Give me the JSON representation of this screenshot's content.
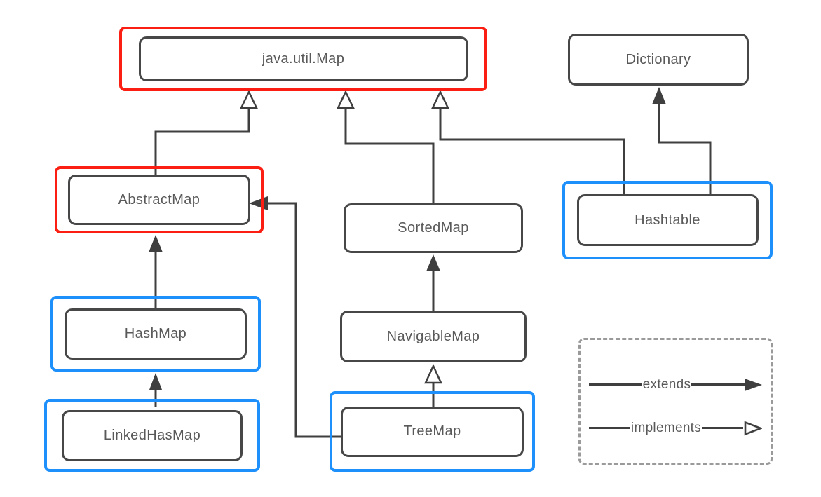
{
  "nodes": {
    "java_util_map": {
      "label": "java.util.Map",
      "highlight": "red"
    },
    "dictionary": {
      "label": "Dictionary",
      "highlight": "none"
    },
    "abstract_map": {
      "label": "AbstractMap",
      "highlight": "red"
    },
    "sorted_map": {
      "label": "SortedMap",
      "highlight": "none"
    },
    "hashtable": {
      "label": "Hashtable",
      "highlight": "blue"
    },
    "hash_map": {
      "label": "HashMap",
      "highlight": "blue"
    },
    "navigable_map": {
      "label": "NavigableMap",
      "highlight": "none"
    },
    "linked_has_map": {
      "label": "LinkedHasMap",
      "highlight": "blue"
    },
    "tree_map": {
      "label": "TreeMap",
      "highlight": "blue"
    }
  },
  "edges": [
    {
      "from": "AbstractMap",
      "to": "java.util.Map",
      "type": "implements"
    },
    {
      "from": "SortedMap",
      "to": "java.util.Map",
      "type": "implements"
    },
    {
      "from": "Hashtable",
      "to": "java.util.Map",
      "type": "implements"
    },
    {
      "from": "Hashtable",
      "to": "Dictionary",
      "type": "extends"
    },
    {
      "from": "NavigableMap",
      "to": "SortedMap",
      "type": "extends"
    },
    {
      "from": "TreeMap",
      "to": "NavigableMap",
      "type": "implements"
    },
    {
      "from": "TreeMap",
      "to": "AbstractMap",
      "type": "extends"
    },
    {
      "from": "HashMap",
      "to": "AbstractMap",
      "type": "extends"
    },
    {
      "from": "LinkedHasMap",
      "to": "HashMap",
      "type": "extends"
    }
  ],
  "legend": {
    "extends_label": "extends",
    "implements_label": "implements"
  },
  "colors": {
    "highlight_red": "#fb1e12",
    "highlight_blue": "#1e90fb",
    "line_color": "#3f3f3f",
    "text_color": "#595959"
  }
}
